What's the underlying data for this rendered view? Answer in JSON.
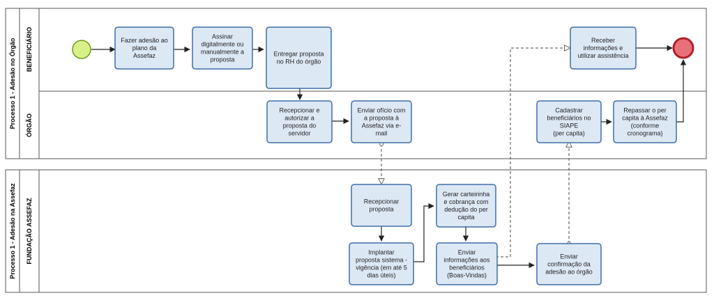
{
  "pools": [
    {
      "id": "pool-orgao",
      "title": "Processo 1 - Adesão no Órgão",
      "lanes": [
        {
          "id": "lane-beneficiario",
          "title": "BENEFICIÁRIO"
        },
        {
          "id": "lane-orgao",
          "title": "ÓRGÃO"
        }
      ]
    },
    {
      "id": "pool-assefaz",
      "title": "Processo 1 - Adesão na Assefaz",
      "lanes": [
        {
          "id": "lane-fundacao",
          "title": "FUNDAÇÃO ASSEFAZ"
        }
      ]
    }
  ],
  "tasks": [
    {
      "id": "t1",
      "lines": [
        "Fazer adesão ao",
        "plano  da",
        "Assefaz"
      ]
    },
    {
      "id": "t2",
      "lines": [
        "Assinar",
        "digitalmente ou",
        "manualmente a",
        "proposta"
      ]
    },
    {
      "id": "t3",
      "lines": [
        "Entregar proposta",
        "no RH do órgão"
      ]
    },
    {
      "id": "t4",
      "lines": [
        "Receber",
        "informações e",
        "utilizar assistência"
      ]
    },
    {
      "id": "t5",
      "lines": [
        "Recepcionar  e",
        "autorizar a",
        "proposta do",
        "servidor"
      ]
    },
    {
      "id": "t6",
      "lines": [
        "Enviar ofício com",
        "a proposta à",
        "Assefaz via e-",
        "mail"
      ]
    },
    {
      "id": "t7",
      "lines": [
        "Cadastrar",
        "beneficiários no",
        "SIAPE",
        "(per capita)"
      ]
    },
    {
      "id": "t8",
      "lines": [
        "Repassar o per",
        "capita à Assefaz",
        "(conforme",
        "cronograma)"
      ]
    },
    {
      "id": "t9",
      "lines": [
        "Recepcionar",
        "proposta"
      ]
    },
    {
      "id": "t10",
      "lines": [
        "Gerar carteirinha",
        "e cobrança com",
        "dedução do per",
        "capita"
      ]
    },
    {
      "id": "t11",
      "lines": [
        "Implantar",
        "proposta sistema -",
        "vigência (em até 5",
        "dias úteis)"
      ]
    },
    {
      "id": "t12",
      "lines": [
        "Enviar",
        "informações aos",
        "beneficiários",
        "(Boas-Vindas)"
      ]
    },
    {
      "id": "t13",
      "lines": [
        "Enviar",
        "confirmação da",
        "adesão ao órgão"
      ]
    }
  ],
  "events": [
    {
      "id": "start",
      "type": "start"
    },
    {
      "id": "end",
      "type": "end"
    }
  ],
  "sequence_flows": [
    [
      "start",
      "t1"
    ],
    [
      "t1",
      "t2"
    ],
    [
      "t2",
      "t3"
    ],
    [
      "t3",
      "t5"
    ],
    [
      "t5",
      "t6"
    ],
    [
      "t9",
      "t11"
    ],
    [
      "t11",
      "t10"
    ],
    [
      "t10",
      "t12"
    ],
    [
      "t12",
      "t13"
    ],
    [
      "t7",
      "t8"
    ],
    [
      "t8",
      "end"
    ],
    [
      "t4",
      "end"
    ]
  ],
  "message_flows": [
    [
      "t6",
      "t9"
    ],
    [
      "t13",
      "t7"
    ],
    [
      "t12",
      "t4"
    ]
  ],
  "colors": {
    "task_fill": "#dde8f5",
    "task_stroke": "#3d6fa8",
    "start_fill": "#d9f08a",
    "start_stroke": "#6f9a1a",
    "end_fill": "#e8707a",
    "end_stroke": "#b0202a",
    "line": "#222222",
    "pool_border": "#555555"
  }
}
